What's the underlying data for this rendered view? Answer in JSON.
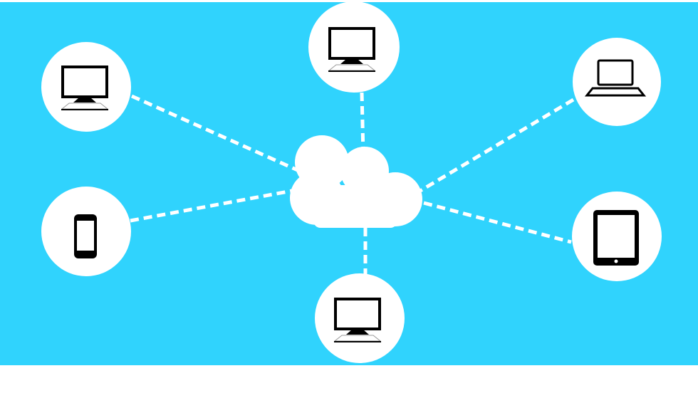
{
  "colors": {
    "background": "#30d3fd",
    "page": "#ffffff",
    "node": "#ffffff",
    "icon": "#000000",
    "connector": "#ffffff"
  },
  "center": {
    "icon": "cloud-icon"
  },
  "nodes": [
    {
      "id": "top-left",
      "icon": "desktop-computer-icon"
    },
    {
      "id": "top-center",
      "icon": "desktop-computer-icon"
    },
    {
      "id": "top-right",
      "icon": "laptop-icon"
    },
    {
      "id": "mid-left",
      "icon": "smartphone-icon"
    },
    {
      "id": "bottom-center",
      "icon": "desktop-computer-icon"
    },
    {
      "id": "mid-right",
      "icon": "tablet-icon"
    }
  ]
}
